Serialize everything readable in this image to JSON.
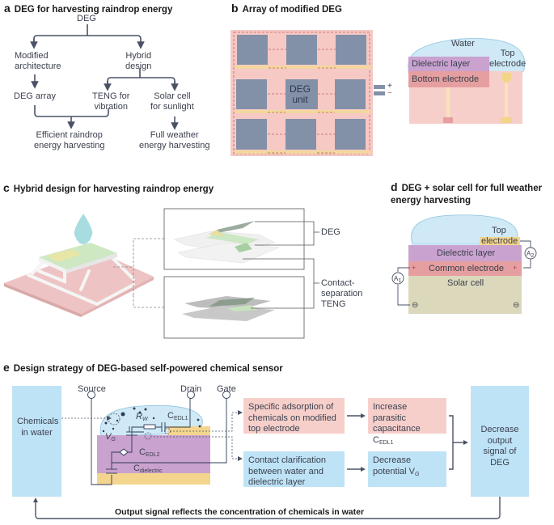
{
  "panel_a": {
    "letter": "a",
    "title": "DEG for harvesting raindrop energy",
    "nodes": {
      "root": "DEG",
      "modified": [
        "Modified",
        "architecture"
      ],
      "hybrid": [
        "Hybrid",
        "design"
      ],
      "array": "DEG array",
      "teng": [
        "TENG for",
        "vibration"
      ],
      "solar": [
        "Solar cell",
        "for sunlight"
      ],
      "efficient": [
        "Efficient raindrop",
        "energy harvesting"
      ],
      "full": [
        "Full weather",
        "energy harvesting"
      ]
    }
  },
  "panel_b": {
    "letter": "b",
    "title": "Array of modified DEG",
    "unit_label": [
      "DEG",
      "unit"
    ],
    "plus": "+",
    "minus": "−",
    "cross_section": {
      "water": "Water",
      "top_electrode": [
        "Top",
        "electrode"
      ],
      "dielectric": "Dielectric layer",
      "bottom_electrode": "Bottom electrode"
    }
  },
  "panel_c": {
    "letter": "c",
    "title": "Hybrid design for harvesting raindrop energy",
    "deg_label": "DEG",
    "teng_label": [
      "Contact-",
      "separation",
      "TENG"
    ]
  },
  "panel_d": {
    "letter": "d",
    "title_line1": "DEG + solar cell for full weather",
    "title_line2": "energy harvesting",
    "top_electrode": [
      "Top",
      "electrode"
    ],
    "dielectric": "Dielectric layer",
    "common": "Common electrode",
    "solar": "Solar cell",
    "a1": "A",
    "a1_sub": "1",
    "a2": "A",
    "a2_sub": "2",
    "plus": "+",
    "minus": "⊖"
  },
  "panel_e": {
    "letter": "e",
    "title": "Design strategy of DEG-based self-powered chemical sensor",
    "chemicals": [
      "Chemicals",
      "in water"
    ],
    "source": "Source",
    "drain": "Drain",
    "gate": "Gate",
    "rw": "R",
    "rw_sub": "W",
    "cedl1": "C",
    "cedl1_sub": "EDL1",
    "vg": "V",
    "vg_sub": "G",
    "cedl2": "C",
    "cedl2_sub": "EDL2",
    "cdiel": "C",
    "cdiel_sub": "dielectric",
    "box_adsorption": "Specific adsorption of chemicals on modified top electrode",
    "box_capacitance": "Increase parasitic capacitance C",
    "box_capacitance_sub": "EDL1",
    "box_contact": "Contact clarification between water and dielectric layer",
    "box_potential": "Decrease potential V",
    "box_potential_sub": "G",
    "box_output": "Decrease output signal of DEG",
    "feedback": "Output signal reflects the concentration of chemicals in water"
  },
  "colors": {
    "arrow": "#4a5266",
    "pink_box": "#f6cfcb",
    "blue_box": "#bfe3f6",
    "deg_unit": "#8391a8",
    "substrate": "#f6c9c4",
    "dielectric": "#c9a2cf",
    "bottom_electrode": "#e59fa0",
    "top_electrode": "#f6d98f",
    "water": "#cfe9f6",
    "solar": "#dcd8bc"
  }
}
